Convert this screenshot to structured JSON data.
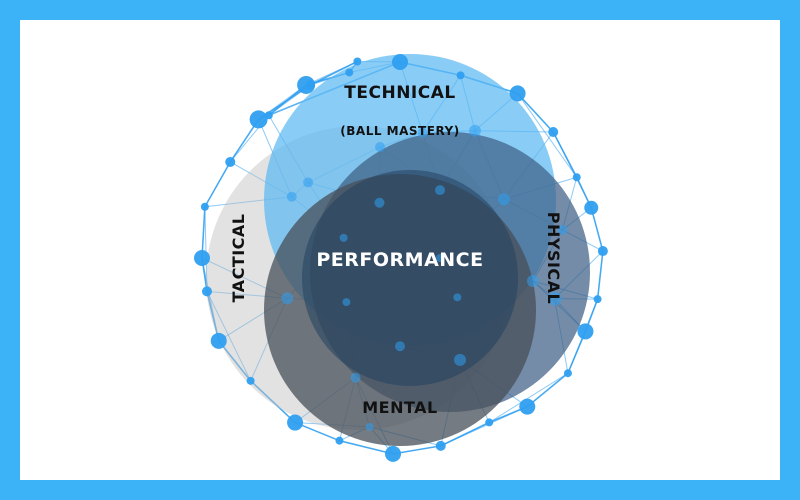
{
  "labels": {
    "technical": "TECHNICAL",
    "technical_sub": "(BALL MASTERY)",
    "tactical": "TACTICAL",
    "physical": "PHYSICAL",
    "mental": "MENTAL",
    "center": "PERFORMANCE"
  },
  "colors": {
    "border": "#3cb2f7",
    "background": "#ffffff",
    "network": "#2f9ff0",
    "tactical_circle": "#d9d9d9",
    "technical_circle": "#6fc2f5",
    "physical_circle": "#4f6e90",
    "mental_circle": "#555d66",
    "core_circle": "#2c4a66",
    "label_dark": "#111111",
    "label_light": "#ffffff"
  }
}
